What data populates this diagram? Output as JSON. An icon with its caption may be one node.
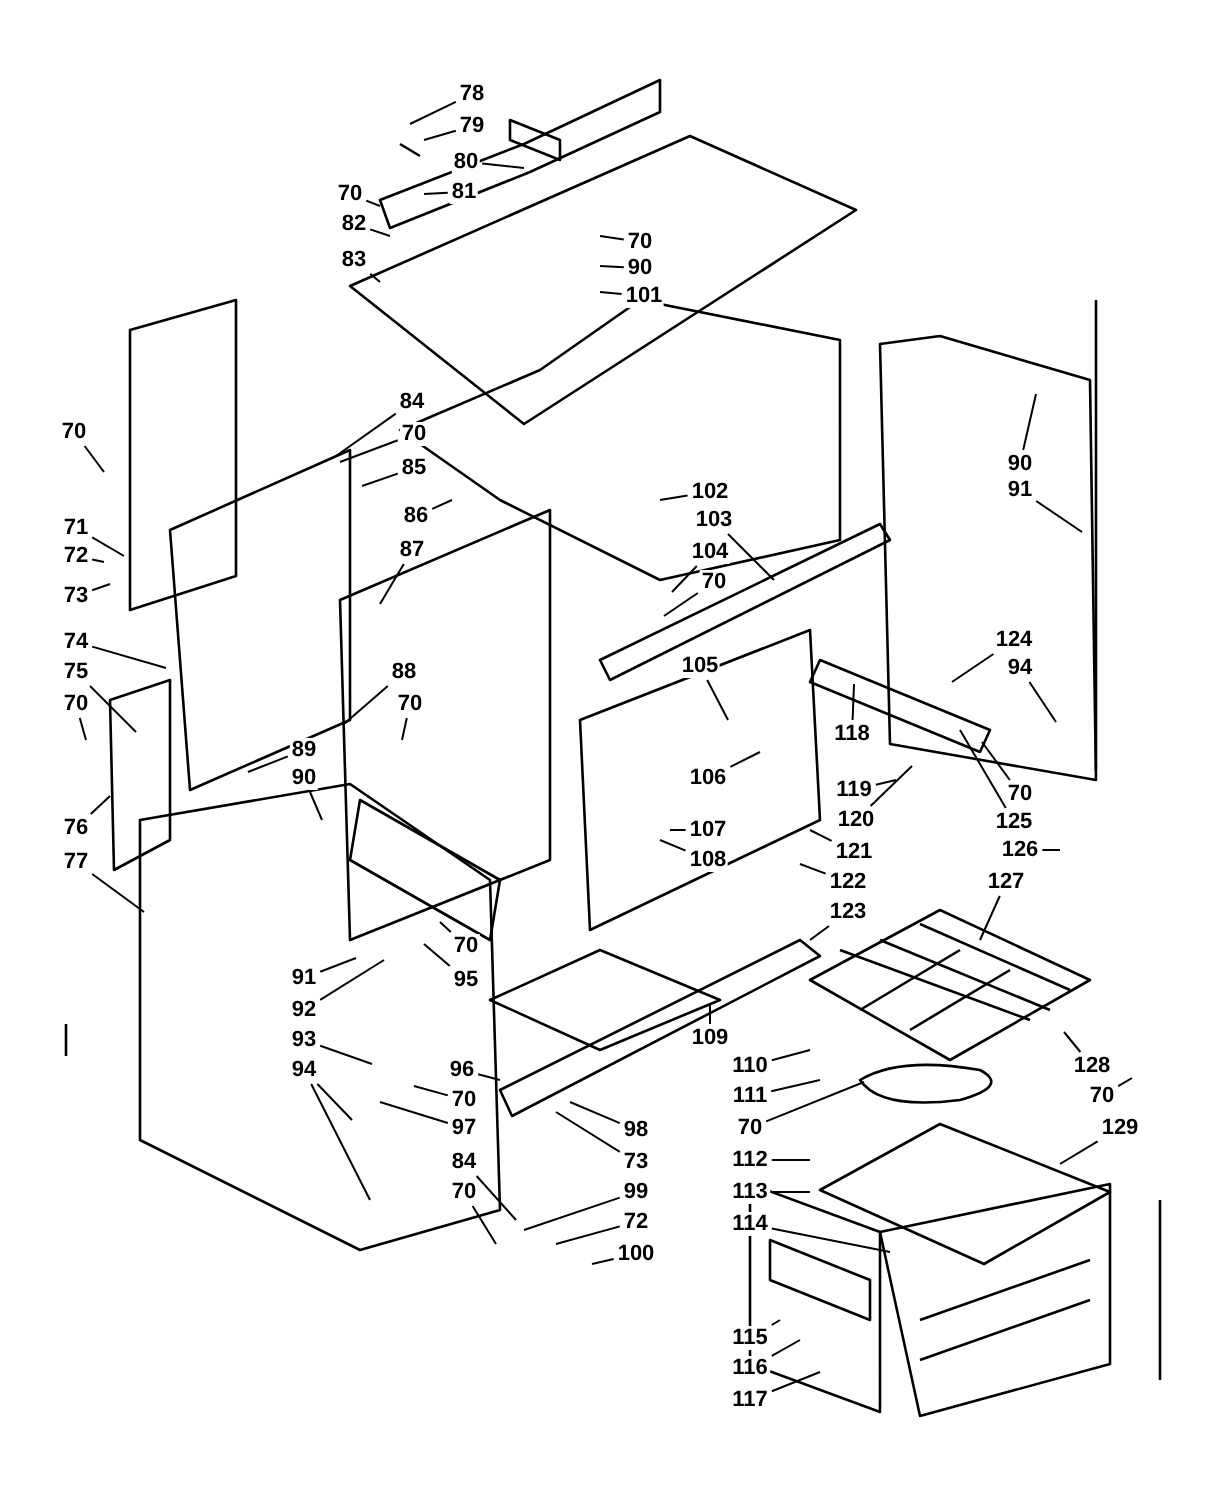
{
  "diagram": {
    "nodes": [
      {
        "text": [
          "78"
        ]
      },
      {
        "text": [
          "79"
        ]
      },
      {
        "text": [
          "80"
        ]
      },
      {
        "text": [
          "81"
        ]
      },
      {
        "text": [
          "70"
        ]
      },
      {
        "text": [
          "82"
        ]
      },
      {
        "text": [
          "83"
        ]
      },
      {
        "text": [
          "70"
        ]
      },
      {
        "text": [
          "90"
        ]
      },
      {
        "text": [
          "101"
        ]
      },
      {
        "text": [
          "70"
        ]
      },
      {
        "text": [
          "84"
        ]
      },
      {
        "text": [
          "70"
        ]
      },
      {
        "text": [
          "85"
        ]
      },
      {
        "text": [
          "86"
        ]
      },
      {
        "text": [
          "87"
        ]
      },
      {
        "text": [
          "71"
        ]
      },
      {
        "text": [
          "72"
        ]
      },
      {
        "text": [
          "73"
        ]
      },
      {
        "text": [
          "74"
        ]
      },
      {
        "text": [
          "75"
        ]
      },
      {
        "text": [
          "70"
        ]
      },
      {
        "text": [
          "76"
        ]
      },
      {
        "text": [
          "77"
        ]
      },
      {
        "text": [
          "88"
        ]
      },
      {
        "text": [
          "70"
        ]
      },
      {
        "text": [
          "89"
        ]
      },
      {
        "text": [
          "90"
        ]
      },
      {
        "text": [
          "91"
        ]
      },
      {
        "text": [
          "92"
        ]
      },
      {
        "text": [
          "93"
        ]
      },
      {
        "text": [
          "94"
        ]
      },
      {
        "text": [
          "70"
        ]
      },
      {
        "text": [
          "95"
        ]
      },
      {
        "text": [
          "96"
        ]
      },
      {
        "text": [
          "70"
        ]
      },
      {
        "text": [
          "97"
        ]
      },
      {
        "text": [
          "84"
        ]
      },
      {
        "text": [
          "70"
        ]
      },
      {
        "text": [
          "98"
        ]
      },
      {
        "text": [
          "73"
        ]
      },
      {
        "text": [
          "99"
        ]
      },
      {
        "text": [
          "72"
        ]
      },
      {
        "text": [
          "100"
        ]
      },
      {
        "text": [
          "102"
        ]
      },
      {
        "text": [
          "103"
        ]
      },
      {
        "text": [
          "104"
        ]
      },
      {
        "text": [
          "70"
        ]
      },
      {
        "text": [
          "105"
        ]
      },
      {
        "text": [
          "106"
        ]
      },
      {
        "text": [
          "107"
        ]
      },
      {
        "text": [
          "108"
        ]
      },
      {
        "text": [
          "118"
        ]
      },
      {
        "text": [
          "119"
        ]
      },
      {
        "text": [
          "120"
        ]
      },
      {
        "text": [
          "121"
        ]
      },
      {
        "text": [
          "122"
        ]
      },
      {
        "text": [
          "123"
        ]
      },
      {
        "text": [
          "90"
        ]
      },
      {
        "text": [
          "91"
        ]
      },
      {
        "text": [
          "124"
        ]
      },
      {
        "text": [
          "94"
        ]
      },
      {
        "text": [
          "70"
        ]
      },
      {
        "text": [
          "125"
        ]
      },
      {
        "text": [
          "126"
        ]
      },
      {
        "text": [
          "127"
        ]
      },
      {
        "text": [
          "128"
        ]
      },
      {
        "text": [
          "70"
        ]
      },
      {
        "text": [
          "129"
        ]
      },
      {
        "text": [
          "109"
        ]
      },
      {
        "text": [
          "110"
        ]
      },
      {
        "text": [
          "111"
        ]
      },
      {
        "text": [
          "70"
        ]
      },
      {
        "text": [
          "112"
        ]
      },
      {
        "text": [
          "113"
        ]
      },
      {
        "text": [
          "114"
        ]
      },
      {
        "text": [
          "115"
        ]
      },
      {
        "text": [
          "116"
        ]
      },
      {
        "text": [
          "117"
        ]
      }
    ],
    "edges": [
      {
        "from": 0,
        "to": null,
        "arrow": "none"
      },
      {
        "from": 1,
        "to": null,
        "arrow": "none"
      },
      {
        "from": 2,
        "to": null,
        "arrow": "none"
      },
      {
        "from": 3,
        "to": null,
        "arrow": "none"
      },
      {
        "from": 4,
        "to": null,
        "arrow": "none"
      },
      {
        "from": 5,
        "to": null,
        "arrow": "none"
      },
      {
        "from": 6,
        "to": null,
        "arrow": "none"
      },
      {
        "from": 7,
        "to": null,
        "arrow": "none"
      },
      {
        "from": 8,
        "to": null,
        "arrow": "none"
      },
      {
        "from": 9,
        "to": null,
        "arrow": "none"
      },
      {
        "from": 10,
        "to": null,
        "arrow": "none"
      },
      {
        "from": 11,
        "to": null,
        "arrow": "none"
      },
      {
        "from": 12,
        "to": null,
        "arrow": "none"
      },
      {
        "from": 13,
        "to": null,
        "arrow": "none"
      },
      {
        "from": 14,
        "to": null,
        "arrow": "none"
      },
      {
        "from": 15,
        "to": null,
        "arrow": "none"
      },
      {
        "from": 16,
        "to": null,
        "arrow": "none"
      },
      {
        "from": 17,
        "to": null,
        "arrow": "none"
      },
      {
        "from": 18,
        "to": null,
        "arrow": "none"
      },
      {
        "from": 19,
        "to": null,
        "arrow": "none"
      },
      {
        "from": 20,
        "to": null,
        "arrow": "none"
      },
      {
        "from": 21,
        "to": null,
        "arrow": "none"
      },
      {
        "from": 22,
        "to": null,
        "arrow": "none"
      },
      {
        "from": 23,
        "to": null,
        "arrow": "none"
      },
      {
        "from": 24,
        "to": null,
        "arrow": "none"
      },
      {
        "from": 25,
        "to": null,
        "arrow": "none"
      },
      {
        "from": 26,
        "to": null,
        "arrow": "none"
      },
      {
        "from": 27,
        "to": null,
        "arrow": "none"
      },
      {
        "from": 28,
        "to": null,
        "arrow": "none"
      },
      {
        "from": 29,
        "to": null,
        "arrow": "none"
      },
      {
        "from": 30,
        "to": null,
        "arrow": "none"
      },
      {
        "from": 31,
        "to": null,
        "arrow": "none"
      },
      {
        "from": 32,
        "to": null,
        "arrow": "none"
      },
      {
        "from": 33,
        "to": null,
        "arrow": "none"
      },
      {
        "from": 34,
        "to": null,
        "arrow": "none"
      },
      {
        "from": 35,
        "to": null,
        "arrow": "none"
      },
      {
        "from": 36,
        "to": null,
        "arrow": "none"
      },
      {
        "from": 37,
        "to": null,
        "arrow": "none"
      },
      {
        "from": 38,
        "to": null,
        "arrow": "none"
      },
      {
        "from": 39,
        "to": null,
        "arrow": "none"
      },
      {
        "from": 40,
        "to": null,
        "arrow": "none"
      },
      {
        "from": 41,
        "to": null,
        "arrow": "none"
      },
      {
        "from": 42,
        "to": null,
        "arrow": "none"
      },
      {
        "from": 43,
        "to": null,
        "arrow": "none"
      },
      {
        "from": 44,
        "to": null,
        "arrow": "none"
      },
      {
        "from": 45,
        "to": null,
        "arrow": "none"
      },
      {
        "from": 46,
        "to": null,
        "arrow": "none"
      },
      {
        "from": 47,
        "to": null,
        "arrow": "none"
      },
      {
        "from": 48,
        "to": null,
        "arrow": "none"
      },
      {
        "from": 49,
        "to": null,
        "arrow": "none"
      },
      {
        "from": 50,
        "to": null,
        "arrow": "none"
      },
      {
        "from": 51,
        "to": null,
        "arrow": "none"
      },
      {
        "from": 52,
        "to": null,
        "arrow": "none"
      },
      {
        "from": 53,
        "to": null,
        "arrow": "none"
      },
      {
        "from": 54,
        "to": null,
        "arrow": "none"
      },
      {
        "from": 55,
        "to": null,
        "arrow": "none"
      },
      {
        "from": 56,
        "to": null,
        "arrow": "none"
      },
      {
        "from": 57,
        "to": null,
        "arrow": "none"
      },
      {
        "from": 58,
        "to": null,
        "arrow": "none"
      },
      {
        "from": 59,
        "to": null,
        "arrow": "none"
      },
      {
        "from": 60,
        "to": null,
        "arrow": "none"
      },
      {
        "from": 61,
        "to": null,
        "arrow": "none"
      },
      {
        "from": 62,
        "to": null,
        "arrow": "none"
      },
      {
        "from": 63,
        "to": null,
        "arrow": "none"
      },
      {
        "from": 64,
        "to": null,
        "arrow": "none"
      },
      {
        "from": 65,
        "to": null,
        "arrow": "none"
      },
      {
        "from": 66,
        "to": null,
        "arrow": "none"
      },
      {
        "from": 67,
        "to": null,
        "arrow": "none"
      },
      {
        "from": 68,
        "to": null,
        "arrow": "none"
      },
      {
        "from": 69,
        "to": null,
        "arrow": "none"
      },
      {
        "from": 70,
        "to": null,
        "arrow": "none"
      },
      {
        "from": 71,
        "to": null,
        "arrow": "none"
      },
      {
        "from": 72,
        "to": null,
        "arrow": "none"
      },
      {
        "from": 73,
        "to": null,
        "arrow": "none"
      },
      {
        "from": 74,
        "to": null,
        "arrow": "none"
      },
      {
        "from": 75,
        "to": null,
        "arrow": "none"
      },
      {
        "from": 76,
        "to": null,
        "arrow": "none"
      },
      {
        "from": 77,
        "to": null,
        "arrow": "none"
      },
      {
        "from": 78,
        "to": null,
        "arrow": "none"
      },
      {
        "from": 31,
        "to": null,
        "arrow": "none"
      }
    ]
  }
}
